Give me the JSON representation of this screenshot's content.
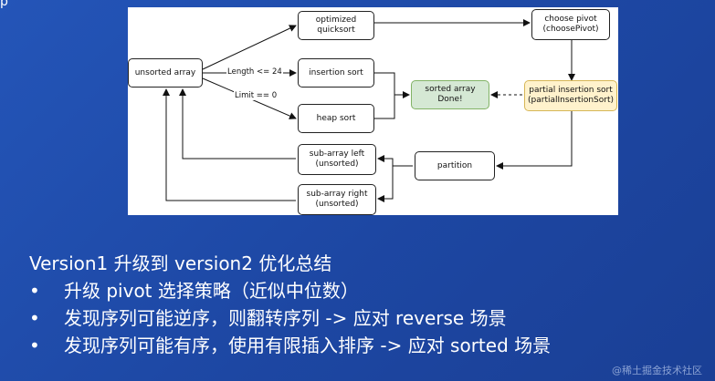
{
  "corner_glyph": "p",
  "diagram": {
    "nodes": {
      "unsorted": "unsorted array",
      "optimized": "optimized\nquicksort",
      "insertion": "insertion sort",
      "heap": "heap sort",
      "sorted": "sorted array\nDone!",
      "choose_pivot": "choose pivot\n(choosePivot)",
      "partial_insertion": "partial insertion sort\n(partialInsertionSort)",
      "partition": "partition",
      "sub_left": "sub-array left\n(unsorted)",
      "sub_right": "sub-array right\n(unsorted)"
    },
    "edge_labels": {
      "length": "Length <= 24",
      "limit": "Limit == 0"
    },
    "colors": {
      "sorted_fill": "#d5e8d4",
      "sorted_stroke": "#82b366",
      "partial_fill": "#fff2cc",
      "partial_stroke": "#d6b656"
    }
  },
  "summary": {
    "title": "Version1 升级到 version2 优化总结",
    "bullets": [
      "升级 pivot 选择策略（近似中位数）",
      "发现序列可能逆序，则翻转序列 -> 应对 reverse 场景",
      "发现序列可能有序，使用有限插入排序 -> 应对 sorted 场景"
    ]
  },
  "watermark": "@稀土掘金技术社区",
  "background_color": "#1f4ba8"
}
